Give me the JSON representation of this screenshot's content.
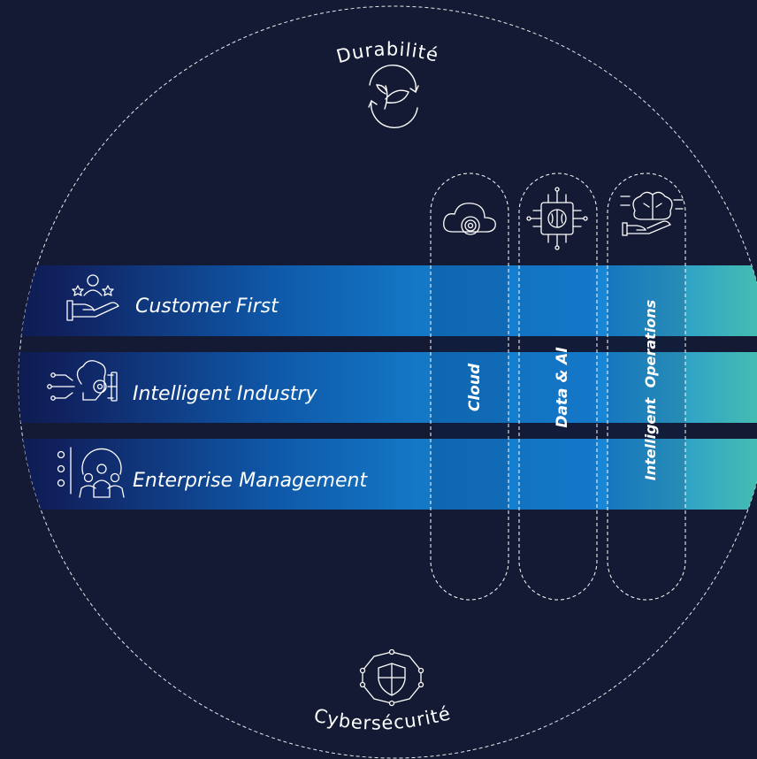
{
  "top_label": "Durabilité",
  "bottom_label": "Cybersécurité",
  "bands": [
    {
      "label": "Customer First",
      "icon": "customer-rating-hand-icon"
    },
    {
      "label": "Intelligent Industry",
      "icon": "robot-head-gear-icon"
    },
    {
      "label": "Enterprise Management",
      "icon": "team-gear-icon"
    }
  ],
  "pillars": [
    {
      "label": "Cloud",
      "icon": "cloud-gear-icon"
    },
    {
      "label": "Data & AI",
      "icon": "ai-brain-chip-icon"
    },
    {
      "label": "Intelligent  Operations",
      "icon": "brain-hand-icon"
    }
  ],
  "colors": {
    "background": "#141a33",
    "band_dark": "#10215f",
    "band_blue": "#1582d6",
    "band_teal": "#43b8b5",
    "line": "#ffffff"
  }
}
